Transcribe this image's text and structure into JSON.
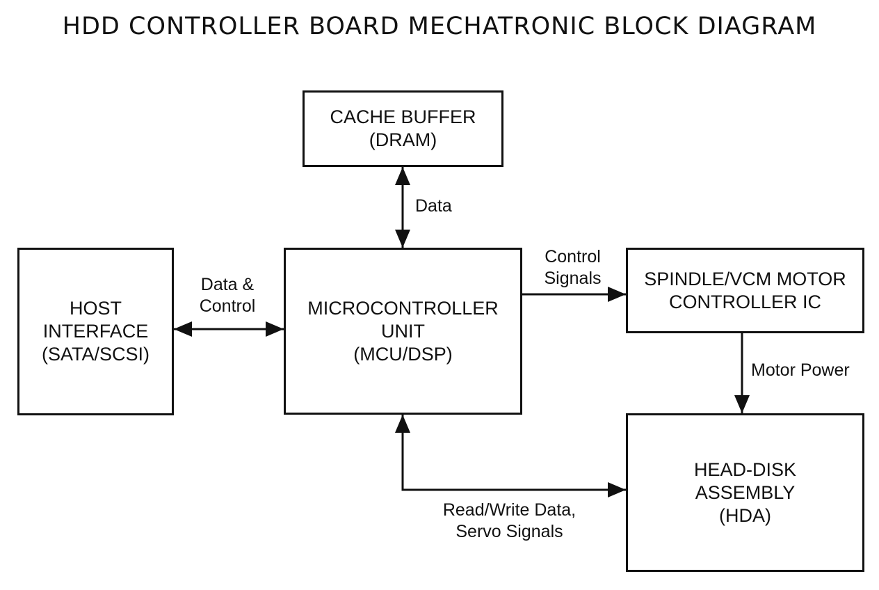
{
  "diagram": {
    "title": "HDD CONTROLLER BOARD MECHATRONIC BLOCK DIAGRAM",
    "blocks": {
      "cache": {
        "label": "CACHE BUFFER\n(DRAM)"
      },
      "host": {
        "label": "HOST\nINTERFACE\n(SATA/SCSI)"
      },
      "mcu": {
        "label": "MICROCONTROLLER\nUNIT\n(MCU/DSP)"
      },
      "motor": {
        "label": "SPINDLE/VCM MOTOR\nCONTROLLER IC"
      },
      "hda": {
        "label": "HEAD-DISK\nASSEMBLY\n(HDA)"
      }
    },
    "connections": {
      "cache_mcu": {
        "from": "cache",
        "to": "mcu",
        "direction": "bidirectional",
        "label": "Data"
      },
      "host_mcu": {
        "from": "host",
        "to": "mcu",
        "direction": "bidirectional",
        "label": "Data &\nControl"
      },
      "mcu_motor": {
        "from": "mcu",
        "to": "motor",
        "direction": "forward",
        "label": "Control\nSignals"
      },
      "motor_hda": {
        "from": "motor",
        "to": "hda",
        "direction": "forward",
        "label": "Motor Power"
      },
      "mcu_hda": {
        "from": "mcu",
        "to": "hda",
        "direction": "bidirectional",
        "label": "Read/Write Data,\nServo Signals"
      }
    },
    "colors": {
      "stroke": "#111111",
      "background": "#ffffff"
    }
  }
}
